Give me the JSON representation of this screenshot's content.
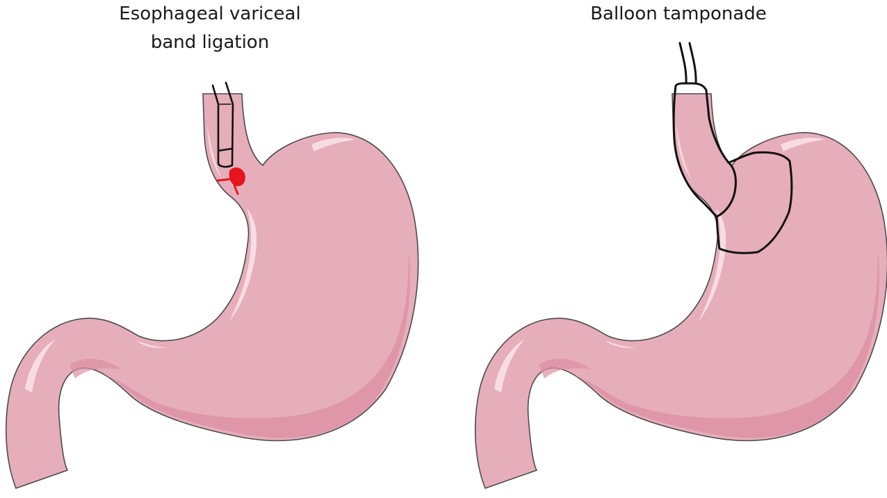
{
  "panels": {
    "left": {
      "title_line1": "Esophageal variceal",
      "title_line2": "band ligation"
    },
    "right": {
      "title_line1": "Balloon tamponade"
    }
  },
  "colors": {
    "stomach_fill": "#e6aeba",
    "stomach_shadow": "#dc8ea3",
    "stomach_outline": "#4a4a4a",
    "highlight": "#f7dde3",
    "varix": "#e8141e",
    "device_outline": "#111111"
  }
}
